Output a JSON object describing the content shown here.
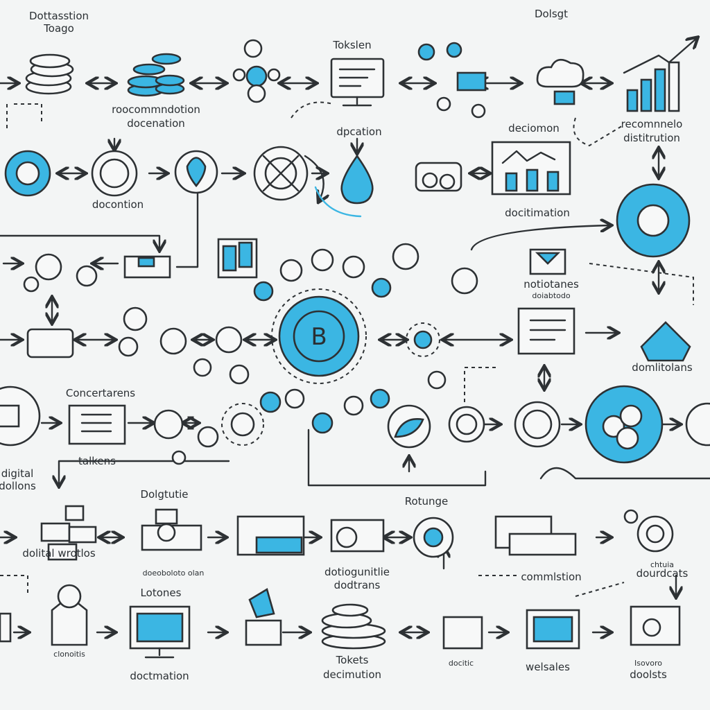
{
  "colors": {
    "accent": "#3bb6e3",
    "ink": "#2d3134",
    "background": "#f3f5f5"
  },
  "labels": {
    "top_left": [
      "Dottasstion",
      "Toago"
    ],
    "token_top": "Tokslen",
    "budget_top": "Dolsgt",
    "recommendation": [
      "roocommndotion",
      "docenation"
    ],
    "dpcation": "dpcation",
    "deciomon": "deciomon",
    "recommend_distribution": [
      "recomnnelo",
      "distitrution"
    ],
    "docontion": "docontion",
    "docitimation": "docitimation",
    "notiotanes": [
      "notiotanes",
      "doiabtodo"
    ],
    "domlitolans": "domlitolans",
    "concertarens": "Concertarens",
    "talkens": "talkens",
    "digital_dollons": [
      "digital",
      "dollons"
    ],
    "dolgtutie": "Dolgtutie",
    "rotunge": "Rotunge",
    "dolital_wrotlos": "dolital wrotlos",
    "doeoboloto": "doeoboloto olan",
    "dotiogunitlie": [
      "dotiogunitlie",
      "dodtrans"
    ],
    "commlstion": "commlstion",
    "chtuia": [
      "chtuia",
      "dourdcats"
    ],
    "lotones": "Lotones",
    "clonoitis": "clonoitis",
    "doctmation": "doctmation",
    "tokets": [
      "Tokets",
      "decimution"
    ],
    "docitic": "docitic",
    "welsales": "welsales",
    "isovoro": [
      "Isovoro",
      "doolsts"
    ],
    "center_symbol": "B"
  }
}
